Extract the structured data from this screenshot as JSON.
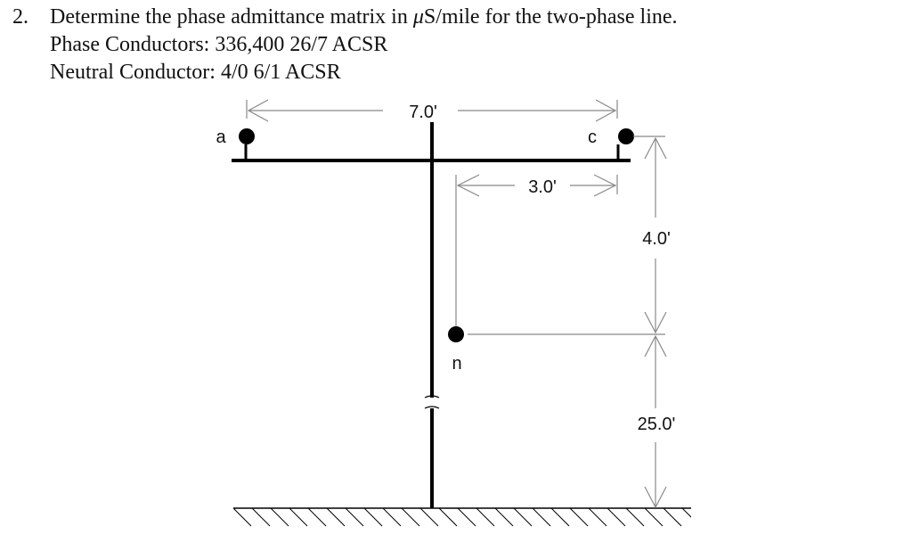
{
  "problem": {
    "number": "2.",
    "line1_pre": "Determine the phase admittance matrix in ",
    "mu": "μ",
    "line1_post": "S/mile for the two-phase line.",
    "line2": "Phase Conductors: 336,400 26/7 ACSR",
    "line3": "Neutral Conductor: 4/0 6/1 ACSR"
  },
  "diagram": {
    "conductors": {
      "a": "a",
      "c": "c",
      "n": "n"
    },
    "dimensions": {
      "ac_spacing": "7.0'",
      "n_offset": "3.0'",
      "vertical_upper": "4.0'",
      "vertical_lower": "25.0'"
    }
  }
}
